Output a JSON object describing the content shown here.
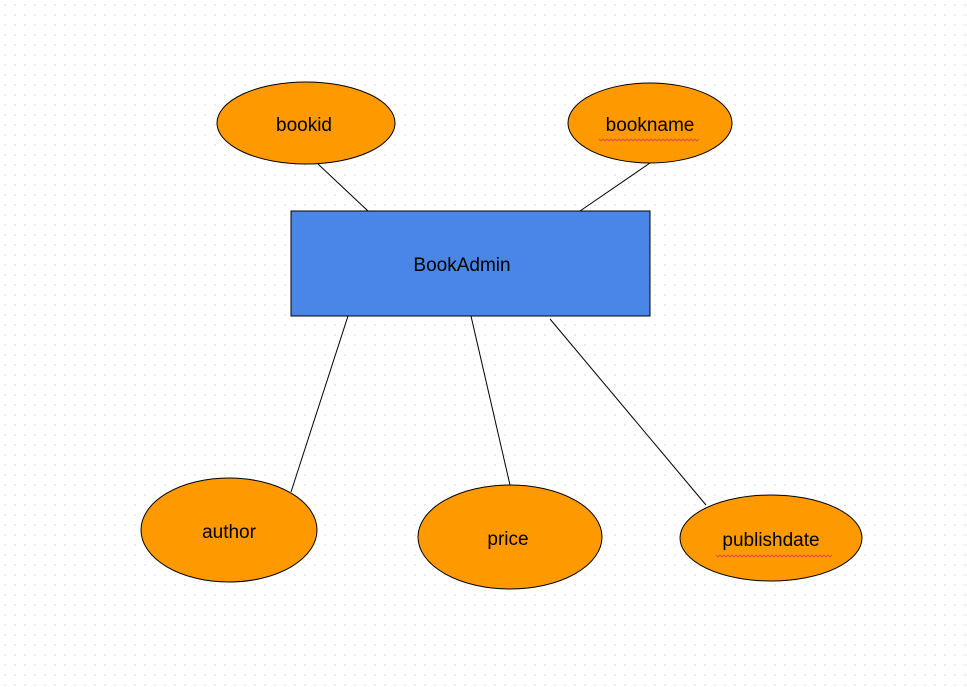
{
  "entity": {
    "name": "BookAdmin",
    "fill": "#4a86e8"
  },
  "attributes": {
    "bookid": "bookid",
    "bookname": "bookname",
    "author": "author",
    "price": "price",
    "publishdate": "publishdate",
    "fill": "#ff9900"
  },
  "colors": {
    "stroke": "#000000",
    "spellcheck": "#e05050"
  }
}
